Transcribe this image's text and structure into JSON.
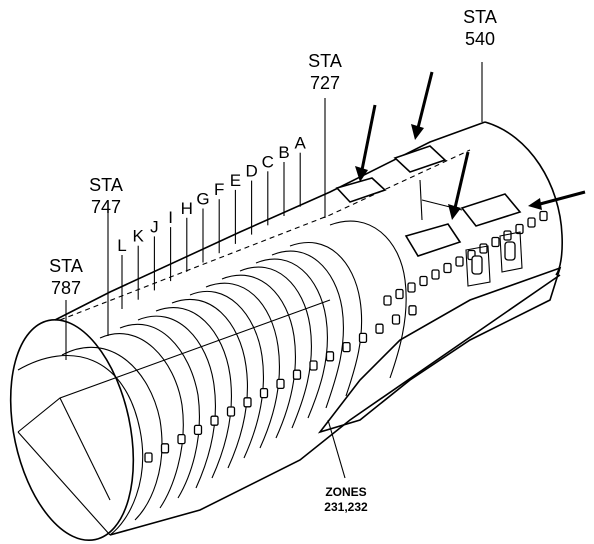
{
  "stations": [
    {
      "id": "sta-787",
      "line1": "STA",
      "line2": "787"
    },
    {
      "id": "sta-747",
      "line1": "STA",
      "line2": "747"
    },
    {
      "id": "sta-727",
      "line1": "STA",
      "line2": "727"
    },
    {
      "id": "sta-540",
      "line1": "STA",
      "line2": "540"
    }
  ],
  "frames": [
    "L",
    "K",
    "J",
    "I",
    "H",
    "G",
    "F",
    "E",
    "D",
    "C",
    "B",
    "A"
  ],
  "zones": {
    "line1": "ZONES",
    "line2": "231,232"
  }
}
